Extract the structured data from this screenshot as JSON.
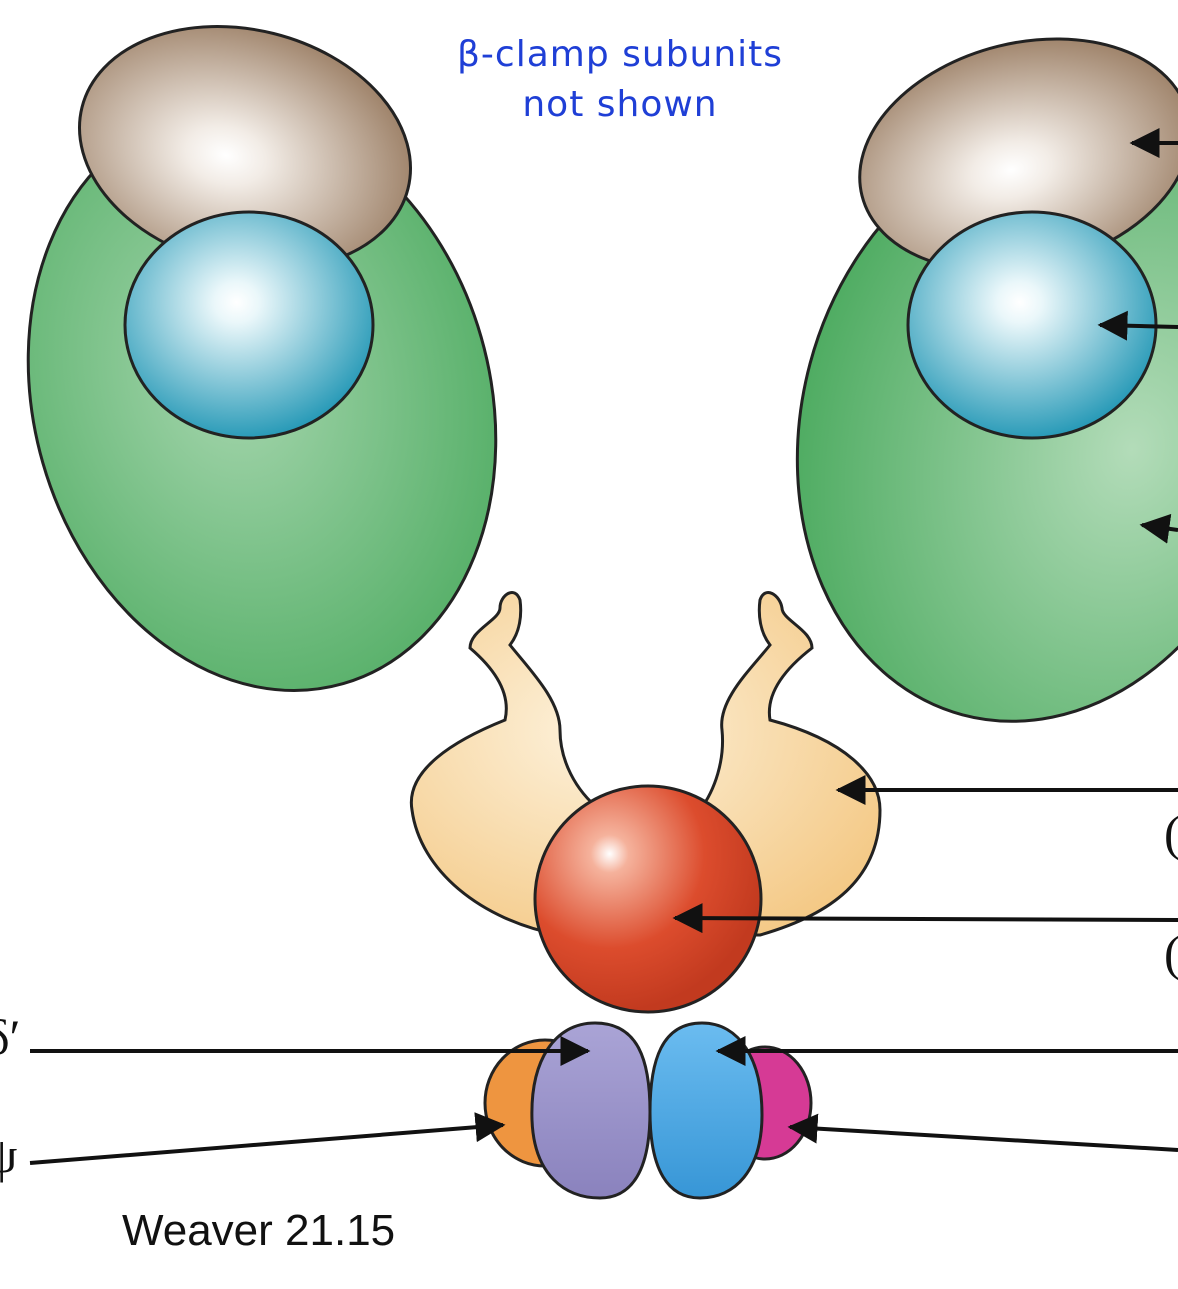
{
  "note": {
    "line1": "β-clamp subunits",
    "line2": "not shown"
  },
  "caption": "Weaver 21.15",
  "left_label_fragments": {
    "delta_prime": "δ′",
    "psi": "ψ"
  },
  "right_label_fragments": {
    "paren_upper": "(",
    "paren_lower": "("
  },
  "colors": {
    "note_text": "#1f3fd6",
    "brown_subunit": "#a98c73",
    "teal_subunit": "#2fa4c0",
    "green_core": "#5cb36d",
    "tan_tau": "#f6cd8c",
    "red_gamma": "#d9482b",
    "lavender_delta_prime": "#9a93c8",
    "blue_chi": "#48a6e3",
    "orange_psi": "#ee9540",
    "magenta_small": "#d63a95"
  }
}
